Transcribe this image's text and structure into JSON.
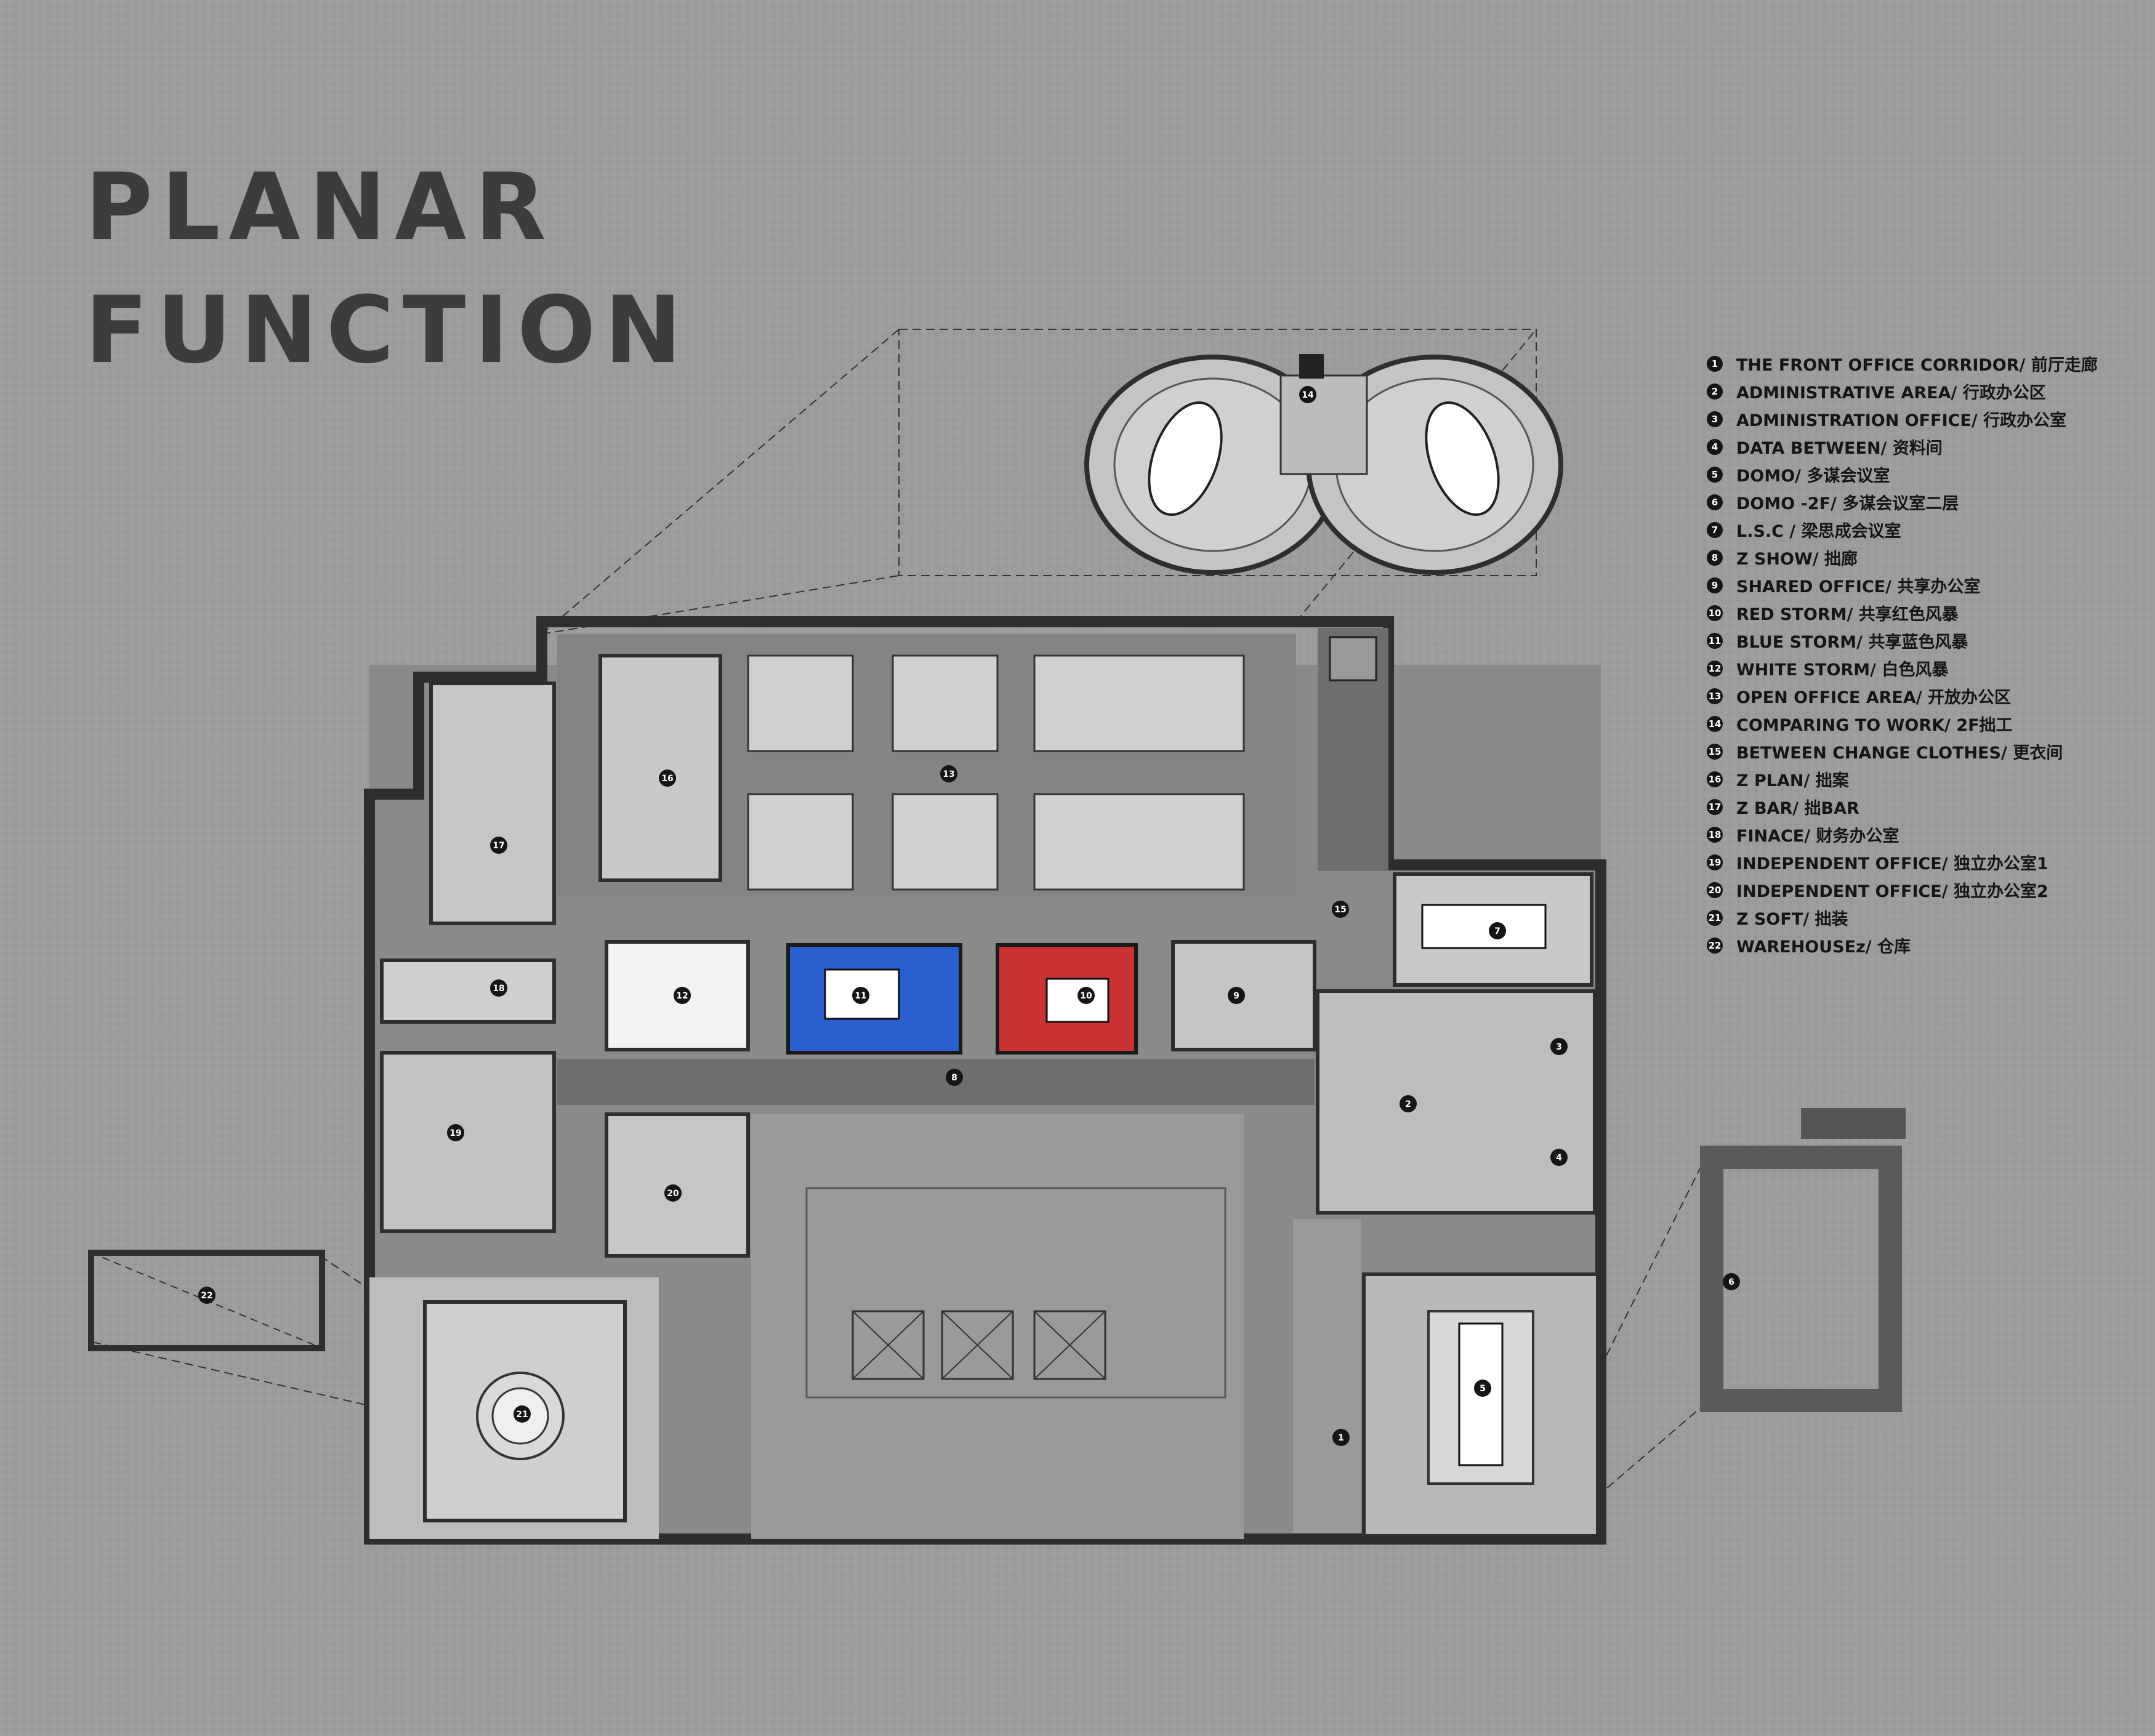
{
  "title": {
    "line1": "PLANAR",
    "line2": "FUNCTION"
  },
  "colors": {
    "background": "#9c9c9c",
    "wall": "#3a3a3a",
    "room": "#c9c9c9",
    "corridor": "#7a7a7a",
    "blue_storm": "#2255cc",
    "red_storm": "#c93131",
    "white": "#ffffff"
  },
  "legend": [
    {
      "num": "1",
      "text": "THE FRONT OFFICE CORRIDOR/ 前厅走廊"
    },
    {
      "num": "2",
      "text": "ADMINISTRATIVE AREA/ 行政办公区"
    },
    {
      "num": "3",
      "text": "ADMINISTRATION OFFICE/ 行政办公室"
    },
    {
      "num": "4",
      "text": "DATA BETWEEN/ 资料间"
    },
    {
      "num": "5",
      "text": "DOMO/ 多谋会议室"
    },
    {
      "num": "6",
      "text": "DOMO -2F/ 多谋会议室二层"
    },
    {
      "num": "7",
      "text": "L.S.C / 梁思成会议室"
    },
    {
      "num": "8",
      "text": "Z  SHOW/ 拙廊"
    },
    {
      "num": "9",
      "text": "SHARED OFFICE/ 共享办公室"
    },
    {
      "num": "10",
      "text": "RED STORM/ 共享红色风暴"
    },
    {
      "num": "11",
      "text": "BLUE STORM/ 共享蓝色风暴"
    },
    {
      "num": "12",
      "text": "WHITE STORM/ 白色风暴"
    },
    {
      "num": "13",
      "text": "OPEN OFFICE AREA/ 开放办公区"
    },
    {
      "num": "14",
      "text": "COMPARING TO WORK/ 2F拙工"
    },
    {
      "num": "15",
      "text": "BETWEEN CHANGE CLOTHES/ 更衣间"
    },
    {
      "num": "16",
      "text": "Z  PLAN/ 拙案"
    },
    {
      "num": "17",
      "text": "Z  BAR/ 拙BAR"
    },
    {
      "num": "18",
      "text": "FINACE/ 财务办公室"
    },
    {
      "num": "19",
      "text": "INDEPENDENT OFFICE/ 独立办公室1"
    },
    {
      "num": "20",
      "text": "INDEPENDENT OFFICE/ 独立办公室2"
    },
    {
      "num": "21",
      "text": "Z  SOFT/ 拙装"
    },
    {
      "num": "22",
      "text": "WAREHOUSEz/ 仓库"
    }
  ],
  "room_markers": [
    {
      "num": "1"
    },
    {
      "num": "2"
    },
    {
      "num": "3"
    },
    {
      "num": "4"
    },
    {
      "num": "5"
    },
    {
      "num": "6"
    },
    {
      "num": "7"
    },
    {
      "num": "8"
    },
    {
      "num": "9"
    },
    {
      "num": "10"
    },
    {
      "num": "11"
    },
    {
      "num": "12"
    },
    {
      "num": "13"
    },
    {
      "num": "14"
    },
    {
      "num": "15"
    },
    {
      "num": "16"
    },
    {
      "num": "17"
    },
    {
      "num": "18"
    },
    {
      "num": "19"
    },
    {
      "num": "20"
    },
    {
      "num": "21"
    },
    {
      "num": "22"
    }
  ]
}
